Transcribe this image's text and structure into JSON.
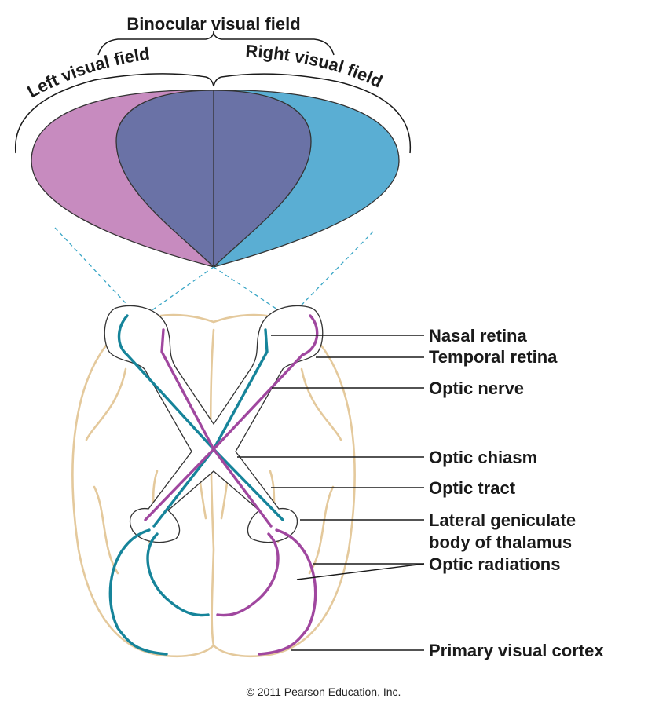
{
  "visual_fields": {
    "binocular": "Binocular visual field",
    "left": "Left visual field",
    "right": "Right visual field"
  },
  "labels": {
    "nasal_retina": "Nasal retina",
    "temporal_retina": "Temporal retina",
    "optic_nerve": "Optic nerve",
    "optic_chiasm": "Optic chiasm",
    "optic_tract": "Optic tract",
    "lgn_line1": "Lateral geniculate",
    "lgn_line2": "body of thalamus",
    "optic_radiations": "Optic radiations",
    "primary_visual_cortex": "Primary visual cortex"
  },
  "copyright": "© 2011 Pearson Education, Inc.",
  "colors": {
    "left_field": "#c78bbf",
    "right_field": "#5aaed3",
    "overlap": "#6a72a6",
    "teal_pathway": "#16849a",
    "purple_pathway": "#a0479f",
    "brain_outline": "#e4c99c"
  }
}
